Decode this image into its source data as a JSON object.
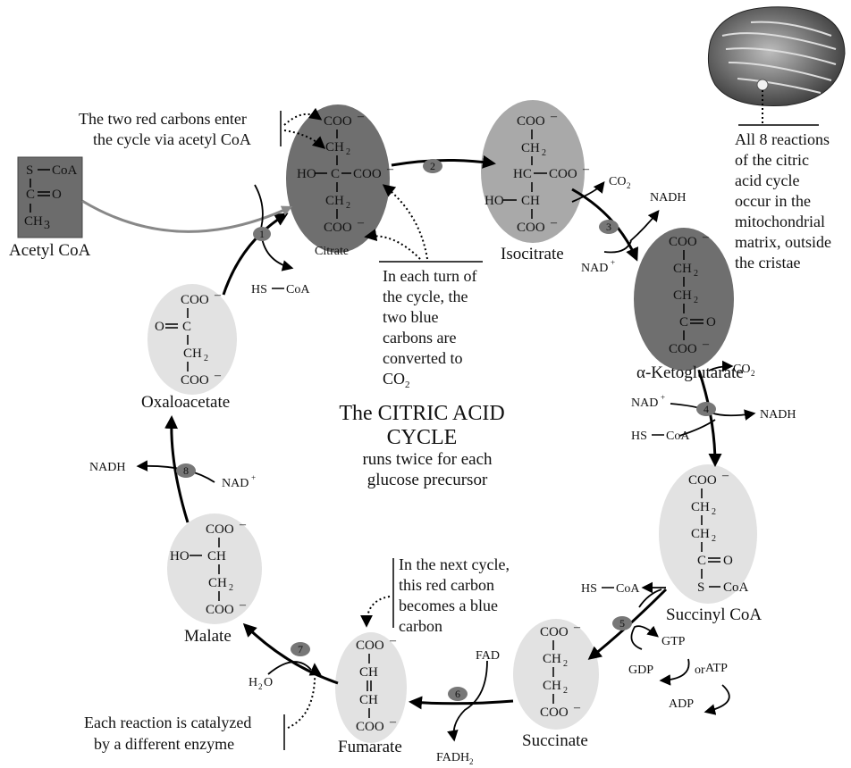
{
  "title": {
    "line1": "The CITRIC ACID",
    "line2": "CYCLE",
    "sub1": "runs twice for each",
    "sub2": "glucose precursor"
  },
  "colors": {
    "dark_oval": "#6f6f6f",
    "mid_oval": "#a9a9a9",
    "light_oval": "#e2e2e2",
    "acetyl_box": "#6c6c6c"
  },
  "molecules": {
    "acetyl_coa": "Acetyl CoA",
    "citrate": "Citrate",
    "isocitrate": "Isocitrate",
    "ketoglutarate": "α-Ketoglutarate",
    "succinyl_coa": "Succinyl CoA",
    "succinate": "Succinate",
    "fumarate": "Fumarate",
    "malate": "Malate",
    "oxaloacetate": "Oxaloacetate"
  },
  "chem": {
    "coo": "COO",
    "minus": "–",
    "ch2": "CH",
    "sub2": "2",
    "ch": "CH",
    "c": "C",
    "o": "O",
    "ho": "HO",
    "hc": "HC",
    "s": "S",
    "coa": "CoA",
    "ch3": "CH",
    "sub3": "3",
    "eq": "="
  },
  "cofactors": {
    "co2": "CO",
    "co2_sub": "2",
    "nadh": "NADH",
    "nad": "NAD",
    "nad_sup": "+",
    "hs_coa": "HS",
    "coa": "CoA",
    "gtp": "GTP",
    "gdp": "GDP",
    "atp": "ATP",
    "adp": "ADP",
    "or": "or",
    "fad": "FAD",
    "fadh": "FADH",
    "fadh_sub": "2",
    "h2o": "H",
    "h2o_sub": "2",
    "h2o_o": "O"
  },
  "steps": [
    "1",
    "2",
    "3",
    "4",
    "5",
    "6",
    "7",
    "8"
  ],
  "notes": {
    "red_carbons": [
      "The two red carbons enter",
      "the cycle via acetyl CoA"
    ],
    "blue_carbons": [
      "In each turn of",
      "the cycle, the",
      "two blue",
      "carbons are",
      "converted to",
      "CO"
    ],
    "blue_sub": "2",
    "next_cycle": [
      "In the next cycle,",
      "this red carbon",
      "becomes a blue",
      "carbon"
    ],
    "enzyme": [
      "Each reaction is catalyzed",
      "by a different enzyme"
    ],
    "mito": [
      "All 8 reactions",
      "of the citric",
      "acid cycle",
      "occur in the",
      "mitochondrial",
      "matrix, outside",
      "the cristae"
    ]
  }
}
